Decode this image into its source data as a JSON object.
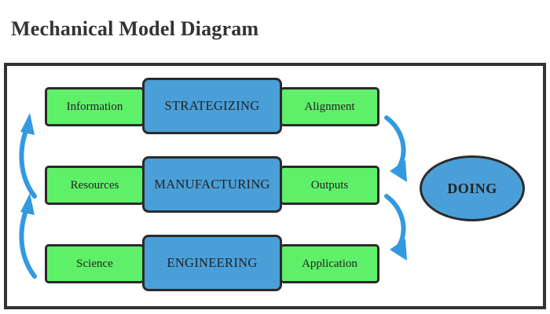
{
  "title": "Mechanical Model Diagram",
  "colors": {
    "green_box": "#5ff06a",
    "blue_box": "#4a9fd8",
    "arrow": "#3399e0",
    "border": "#2b2b2b"
  },
  "rows": [
    {
      "left": "Information",
      "center": "STRATEGIZING",
      "right": "Alignment"
    },
    {
      "left": "Resources",
      "center": "MANUFACTURING",
      "right": "Outputs"
    },
    {
      "left": "Science",
      "center": "ENGINEERING",
      "right": "Application"
    }
  ],
  "outcome": "DOING"
}
